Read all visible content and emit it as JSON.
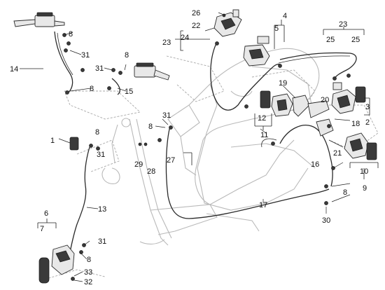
{
  "diagram": {
    "callouts": {
      "c1": "1",
      "c2": "2",
      "c3": "3",
      "c4": "4",
      "c5": "5",
      "c6": "6",
      "c7": "7",
      "c8a": "8",
      "c8b": "8",
      "c8c": "8",
      "c8d": "8",
      "c8e": "8",
      "c8f": "8",
      "c8g": "8",
      "c9": "9",
      "c10": "10",
      "c11": "11",
      "c12": "12",
      "c13": "13",
      "c14": "14",
      "c15": "15",
      "c16": "16",
      "c17": "17",
      "c18": "18",
      "c19": "19",
      "c20": "20",
      "c21": "21",
      "c22": "22",
      "c23a": "23",
      "c23b": "23",
      "c24": "24",
      "c25a": "25",
      "c25b": "25",
      "c26": "26",
      "c27": "27",
      "c28": "28",
      "c29": "29",
      "c30": "30",
      "c31a": "31",
      "c31b": "31",
      "c31c": "31",
      "c31d": "31",
      "c31e": "31",
      "c32": "32",
      "c33": "33"
    }
  }
}
